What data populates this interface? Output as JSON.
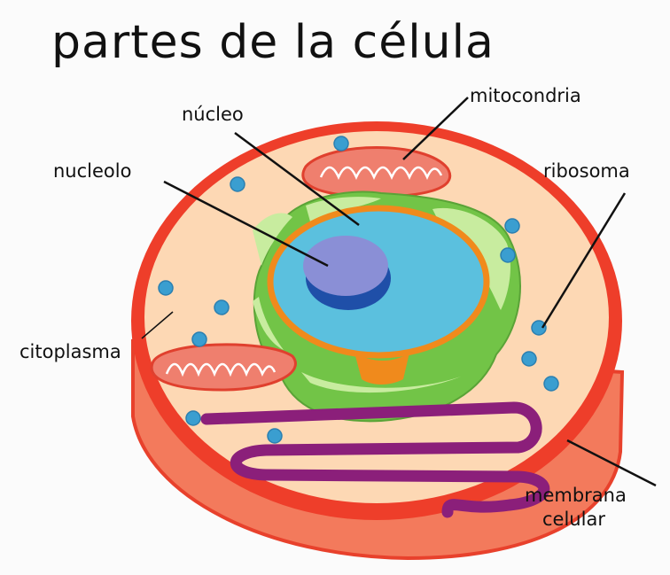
{
  "title": "partes de la célula",
  "labels": {
    "nucleo": "núcleo",
    "nucleolo": "nucleolo",
    "mitocondria": "mitocondria",
    "ribosoma": "ribosoma",
    "citoplasma": "citoplasma",
    "membrana_line1": "membrana",
    "membrana_line2": "celular"
  },
  "colors": {
    "membrane": "#ee3e2a",
    "membrane_side": "#f37a5c",
    "cytoplasm": "#fdd8b4",
    "mitochondria": "#ef7f6e",
    "golgi_green": "#72c447",
    "golgi_light": "#c8ec9f",
    "nuclear_envelope": "#f08a1c",
    "nucleus": "#5bc0de",
    "nucleolus": "#8a8fd6",
    "nucleolus_shadow": "#1f4fa8",
    "ribosome": "#3a9ed0",
    "reticulum": "#8b1f7a"
  }
}
